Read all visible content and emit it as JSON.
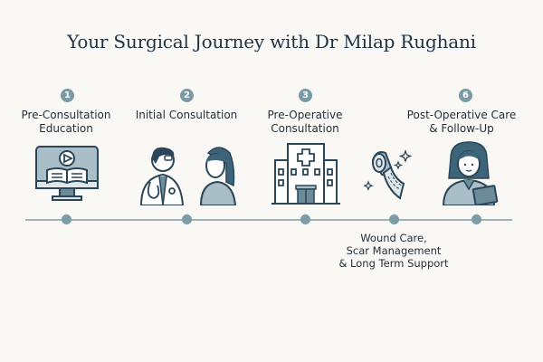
{
  "title": "Your Surgical Journey with Dr Milap Rughani",
  "steps": [
    {
      "number": "1",
      "label_lines": [
        "Pre-Consultation",
        "Education"
      ],
      "icon": "monitor-book-video-icon"
    },
    {
      "number": "2",
      "label_lines": [
        "Initial Consultation"
      ],
      "icon": "doctor-patient-icon"
    },
    {
      "number": "3",
      "label_lines": [
        "Pre-Operative",
        "Consultation"
      ],
      "icon": "hospital-icon"
    },
    {
      "number": "",
      "label_lines": [
        "Wound Care,",
        "Scar Management",
        "& Long Term Support"
      ],
      "icon": "bandage-roll-icon"
    },
    {
      "number": "6",
      "label_lines": [
        "Post-Operative Care",
        "& Follow-Up"
      ],
      "icon": "nurse-clipboard-icon"
    }
  ],
  "colors": {
    "background": "#f9f8f5",
    "title": "#1f3345",
    "accent": "#7b9aa6",
    "icon_dark": "#2a4658",
    "icon_fill": "#a9bec6",
    "line": "#9fb3b9"
  }
}
